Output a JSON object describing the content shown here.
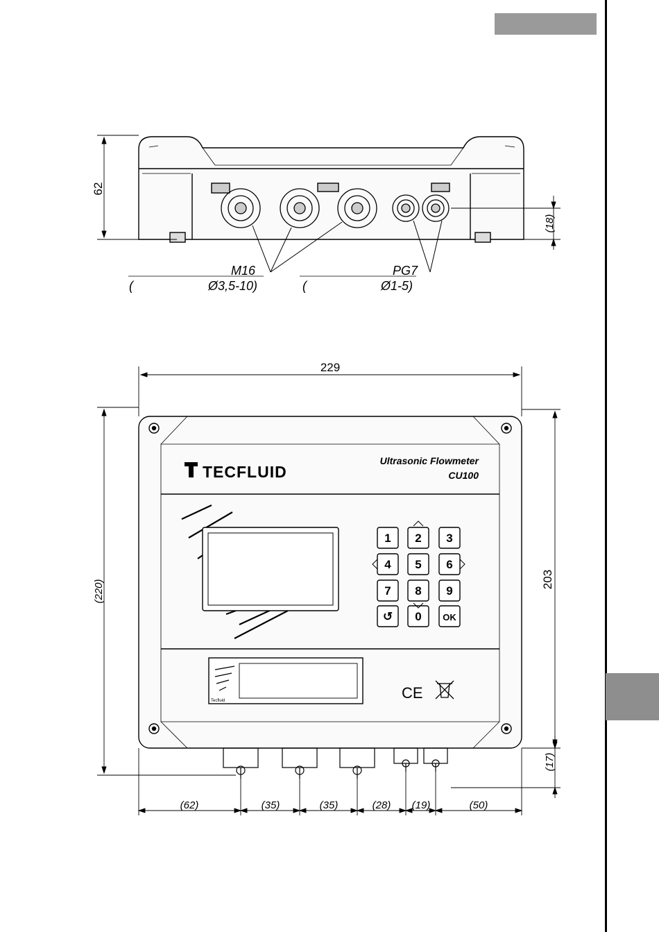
{
  "labels": {
    "cable_gland_large": "M16",
    "cable_range_large": "Ø3,5-10)",
    "cable_gland_small": "PG7",
    "cable_range_small": "Ø1-5)",
    "paren_left": "(",
    "paren_mid": "("
  },
  "dimensions": {
    "height_side": "62",
    "gland_offset": "(18)",
    "total_width": "229",
    "overall_height": "(220)",
    "body_height": "203",
    "gland_protrusion": "(17)",
    "spacing": [
      "(62)",
      "(35)",
      "(35)",
      "(28)",
      "(19)",
      "(50)"
    ]
  },
  "device": {
    "brand": "TECFLUID",
    "product_line": "Ultrasonic Flowmeter",
    "model": "CU100",
    "small_logo_text": "Tecfluid"
  },
  "keypad": {
    "keys": [
      "1",
      "2",
      "3",
      "4",
      "5",
      "6",
      "7",
      "8",
      "9",
      "↺",
      "0",
      "OK"
    ]
  },
  "marks": {
    "ce": "CE"
  },
  "colors": {
    "tab_gray": "#9a9a9a",
    "line": "#000000"
  }
}
